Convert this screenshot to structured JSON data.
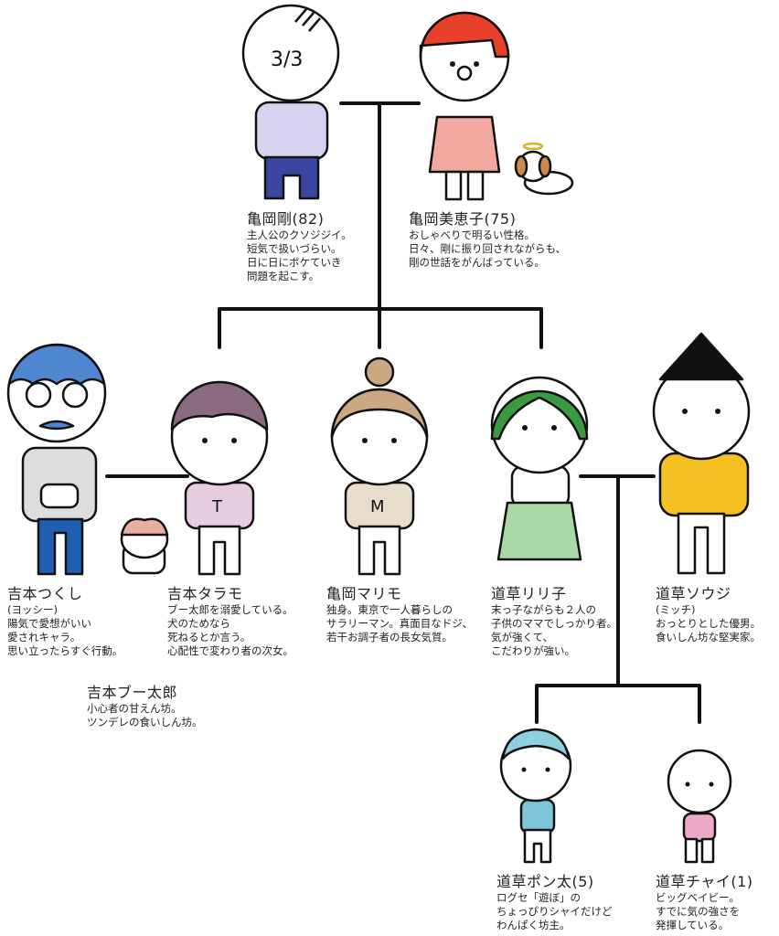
{
  "people": {
    "tsuyoshi": {
      "name": "亀岡剛(82)",
      "desc": [
        "主人公のクソジジイ。",
        "短気で扱いづらい。",
        "日に日にボケていき",
        "問題を起こす。"
      ],
      "shirt_number": "3/3"
    },
    "mieko": {
      "name": "亀岡美恵子(75)",
      "desc": [
        "おしゃべりで明るい性格。",
        "日々、剛に振り回されながらも、",
        "剛の世話をがんばっている。"
      ]
    },
    "tsukushi": {
      "name": "吉本つくし",
      "nickname": "(ヨッシー)",
      "desc": [
        "陽気で愛想がいい",
        "愛されキャラ。",
        "思い立ったらすぐ行動。"
      ]
    },
    "taramo": {
      "name": "吉本タラモ",
      "desc": [
        "ブー太郎を溺愛している。",
        "犬のためなら",
        "死ねるとか言う。",
        "心配性で変わり者の次女。"
      ],
      "shirt_letter": "T"
    },
    "marimo": {
      "name": "亀岡マリモ",
      "desc": [
        "独身。東京で一人暮らしの",
        "サラリーマン。真面目なドジ、",
        "若干お調子者の長女気質。"
      ],
      "shirt_letter": "M"
    },
    "riri": {
      "name": "道草リリ子",
      "desc": [
        "末っ子ながらも２人の",
        "子供のママでしっかり者。",
        "気が強くて、",
        "こだわりが強い。"
      ]
    },
    "souji": {
      "name": "道草ソウジ",
      "nickname": "(ミッチ)",
      "desc": [
        "おっとりとした優男。",
        "食いしん坊な堅実家。"
      ]
    },
    "butaro": {
      "name": "吉本ブー太郎",
      "desc": [
        "小心者の甘えん坊。",
        "ツンデレの食いしん坊。"
      ]
    },
    "ponta": {
      "name": "道草ポン太(5)",
      "desc": [
        "ログセ「遊ぼ」の",
        "ちょっぴりシャイだけど",
        "わんぱく坊主。"
      ]
    },
    "chai": {
      "name": "道草チャイ(1)",
      "desc": [
        "ビッグベイビー。",
        "すでに気の強さを",
        "発揮している。"
      ]
    }
  },
  "colors": {
    "mieko_hair": "#e8402a",
    "tsukushi_hair": "#4f86d0",
    "taramo_hair": "#8a6a80",
    "marimo_hair": "#c9a882",
    "riri_hair": "#3a9a40",
    "souji_shirt": "#f5c021",
    "grandpa_pants": "#3b46a0",
    "tsukushi_pants": "#1f5fb0"
  }
}
